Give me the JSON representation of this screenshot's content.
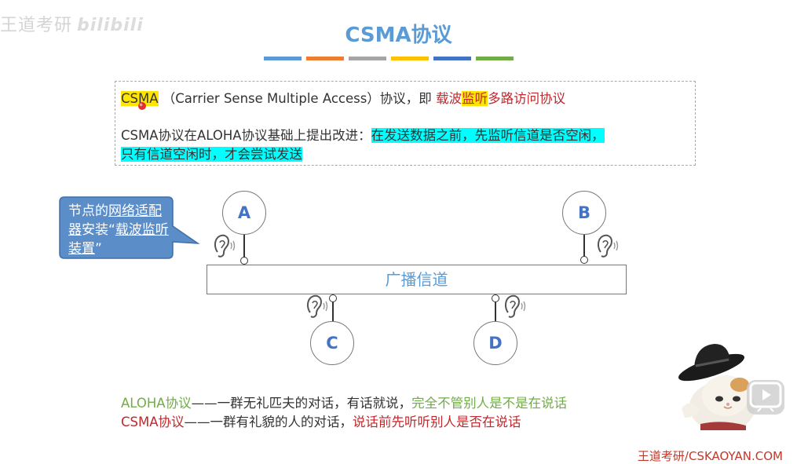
{
  "watermark": {
    "text": "王道考研",
    "brand": "bilibili"
  },
  "title": "CSMA协议",
  "color_bars": [
    "#5b9bd5",
    "#ed7d31",
    "#a5a5a5",
    "#ffc000",
    "#4472c4",
    "#70ad47"
  ],
  "info": {
    "line1": {
      "csma": "CSMA",
      "paren": "（Carrier Sense Multiple Access）协议，即",
      "carrier": "载波",
      "listen": "监听",
      "rest": "多路访问协议"
    },
    "line2": {
      "prefix": "CSMA协议在ALOHA协议基础上提出改进：",
      "highlight": "在发送数据之前，先监听信道是否空闲，"
    },
    "line3": {
      "highlight": "只有信道空闲时，才会尝试发送"
    }
  },
  "callout": {
    "part1": "节点的",
    "part2": "网络适配器",
    "part3": "安装“",
    "part4": "载波监听装置",
    "part5": "”"
  },
  "nodes": {
    "a": "A",
    "b": "B",
    "c": "C",
    "d": "D"
  },
  "channel_label": "广播信道",
  "comparison": {
    "aloha": {
      "name": "ALOHA协议",
      "middle": "——一群无礼匹夫的对话，有话就说，",
      "tail": "完全不管别人是不是在说话"
    },
    "csma": {
      "name": "CSMA协议",
      "middle": "——一群有礼貌的人的对话，",
      "tail": "说话前先听听别人是否在说话"
    }
  },
  "footer": "王道考研/CSKAOYAN.COM",
  "icons": {
    "ear": "ear-icon",
    "play": "play-icon",
    "cat": "cat-with-hat-image"
  },
  "colors": {
    "title": "#5b9bd5",
    "red": "#c0282d",
    "green": "#70ad47",
    "yellow_highlight": "#ffe600",
    "cyan_highlight": "#00ffff",
    "callout": "#5b8ec9"
  }
}
